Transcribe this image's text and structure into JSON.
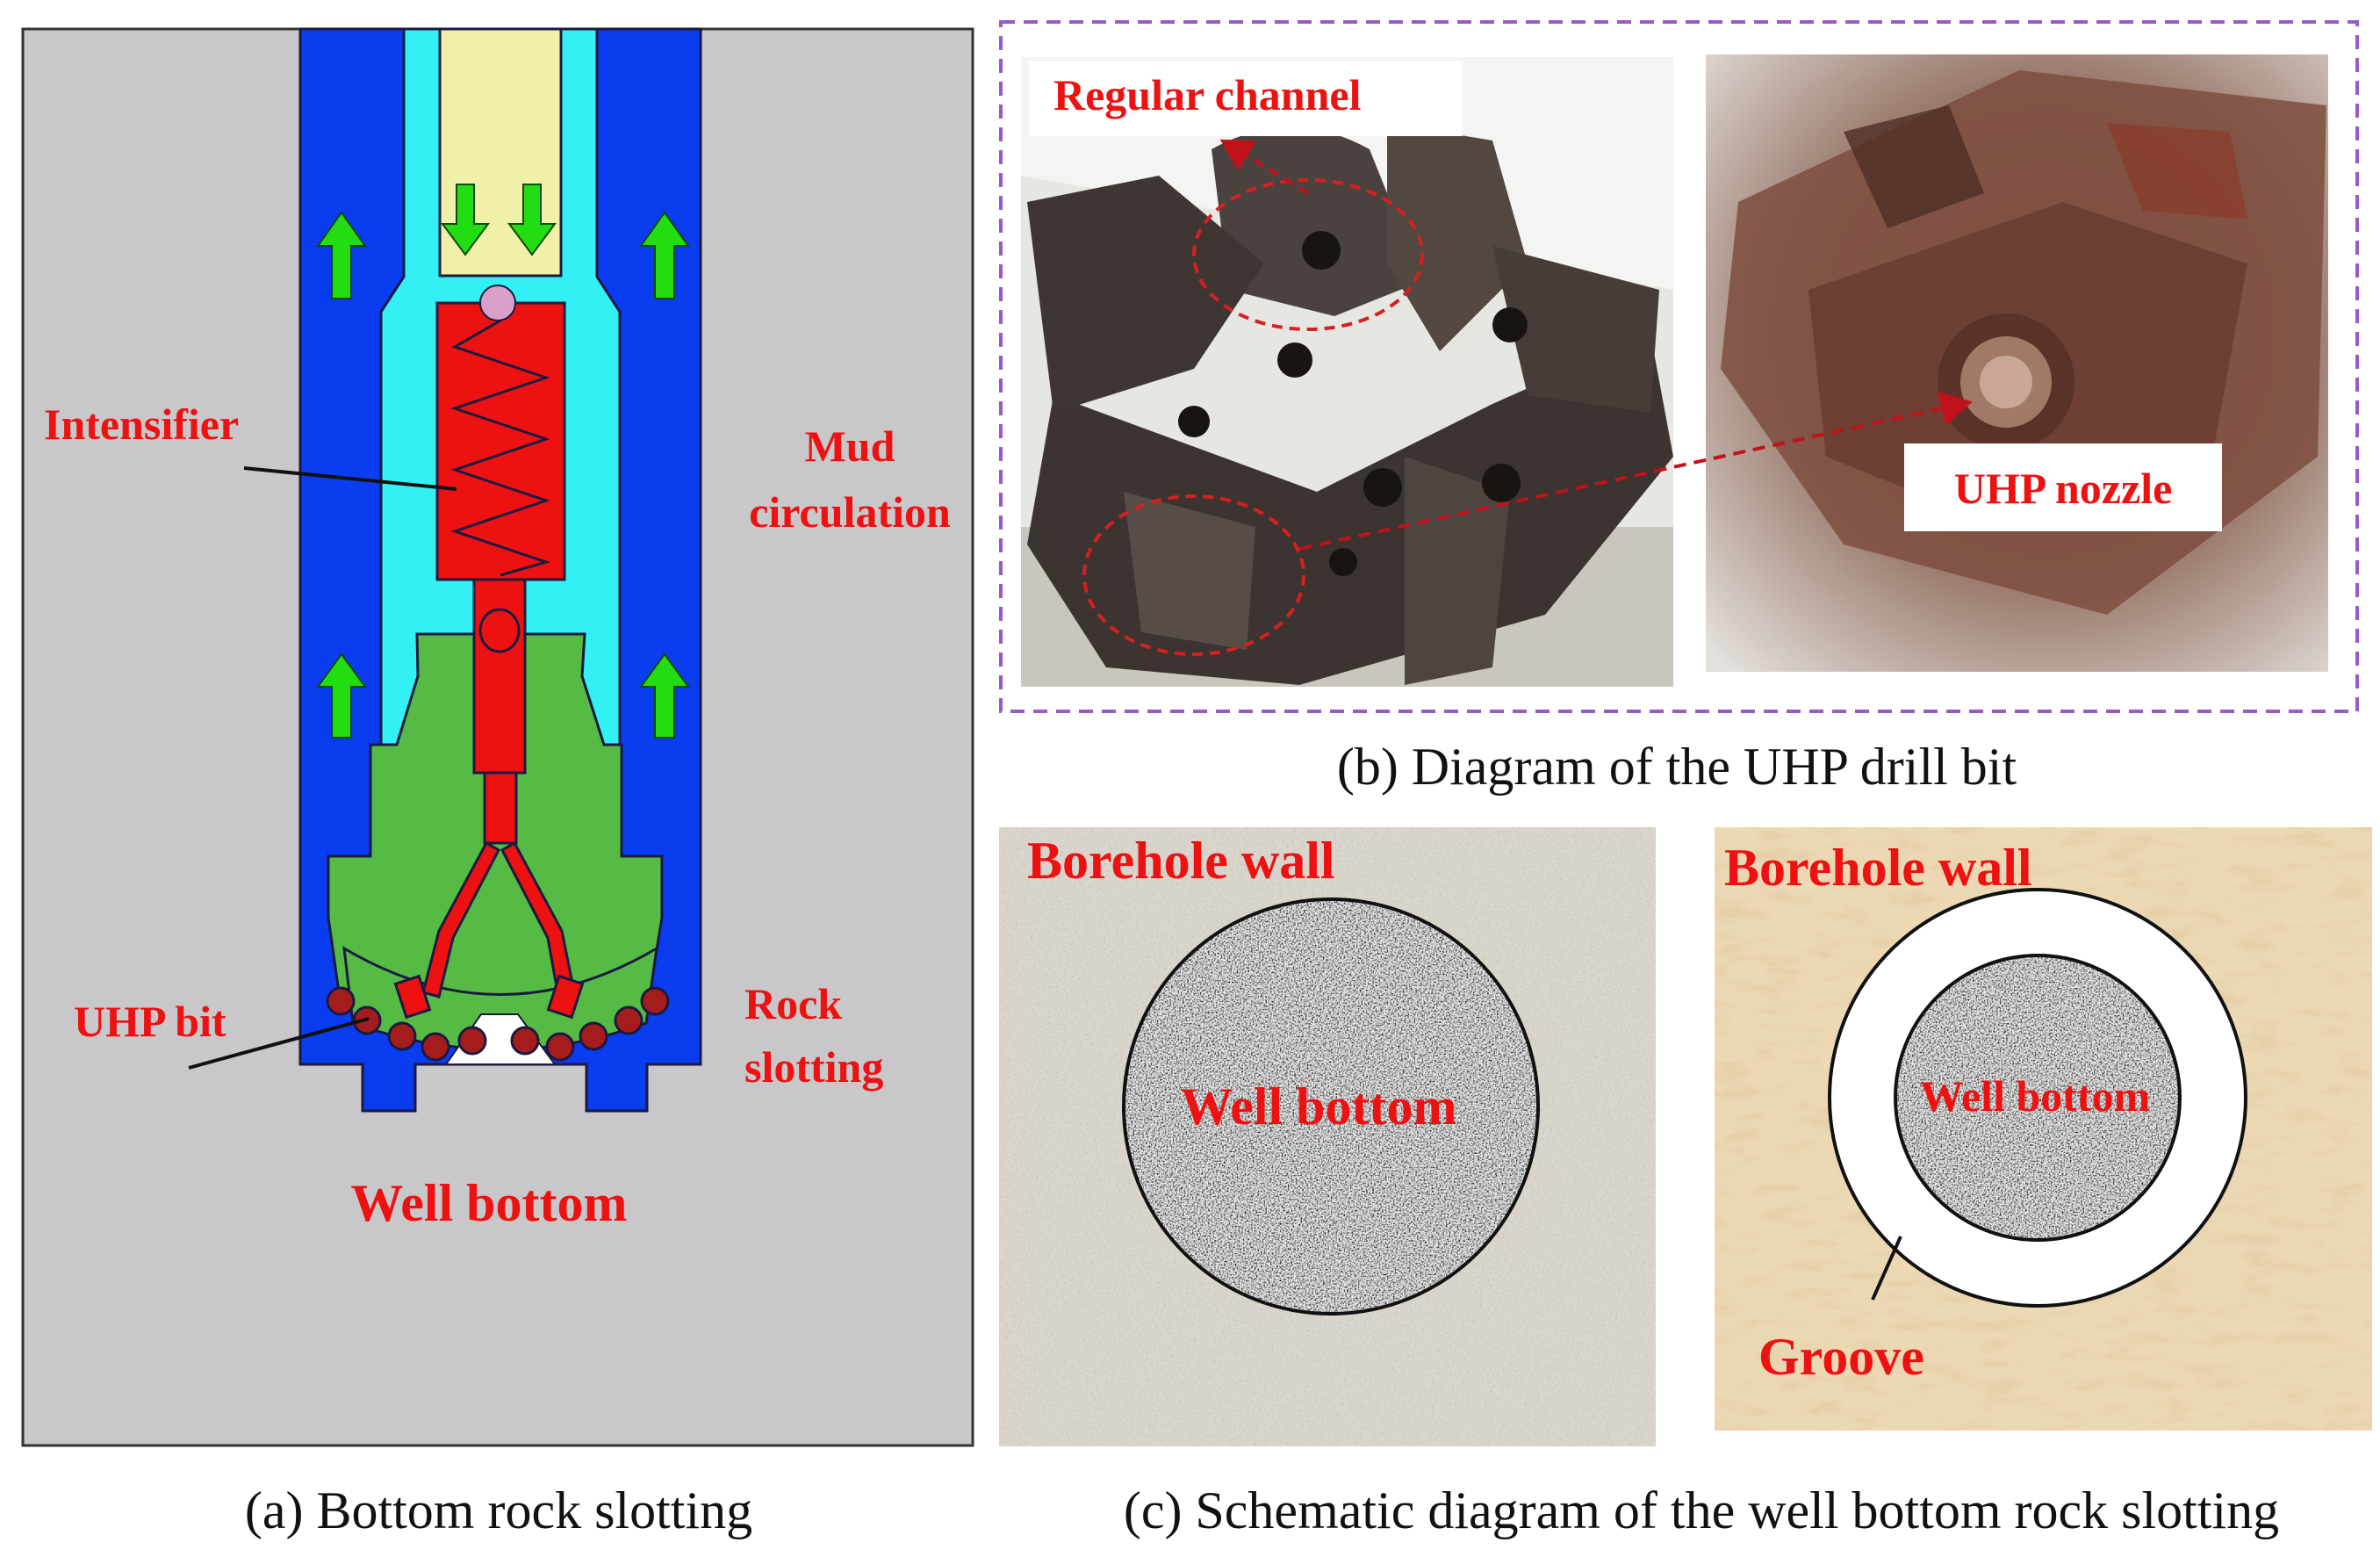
{
  "panel_a": {
    "labels": {
      "intensifier": "Intensifier",
      "mud_line1": "Mud",
      "mud_line2": "circulation",
      "uhp_bit": "UHP bit",
      "rock_line1": "Rock",
      "rock_line2": "slotting",
      "well_bottom": "Well bottom"
    },
    "caption": "(a) Bottom rock slotting"
  },
  "panel_b": {
    "labels": {
      "regular_channel": "Regular channel",
      "uhp_nozzle": "UHP nozzle"
    },
    "caption": "(b) Diagram of the UHP drill bit"
  },
  "panel_c": {
    "left": {
      "borehole_wall": "Borehole wall",
      "well_bottom": "Well bottom"
    },
    "right": {
      "borehole_wall": "Borehole wall",
      "well_bottom": "Well bottom",
      "groove": "Groove"
    },
    "caption": "(c) Schematic diagram of  the well bottom rock slotting"
  },
  "colors": {
    "label_red": "#ee1111",
    "casing_blue": "#0a3cf0",
    "annulus_cyan": "#33f0f5",
    "intensifier_red": "#ee1111",
    "bit_green": "#55bb44",
    "arrow_green": "#22dd11",
    "ground_gray": "#c8c8ca",
    "fluid_yellow": "#f0f0a8",
    "border_purple": "#9b59c6"
  }
}
